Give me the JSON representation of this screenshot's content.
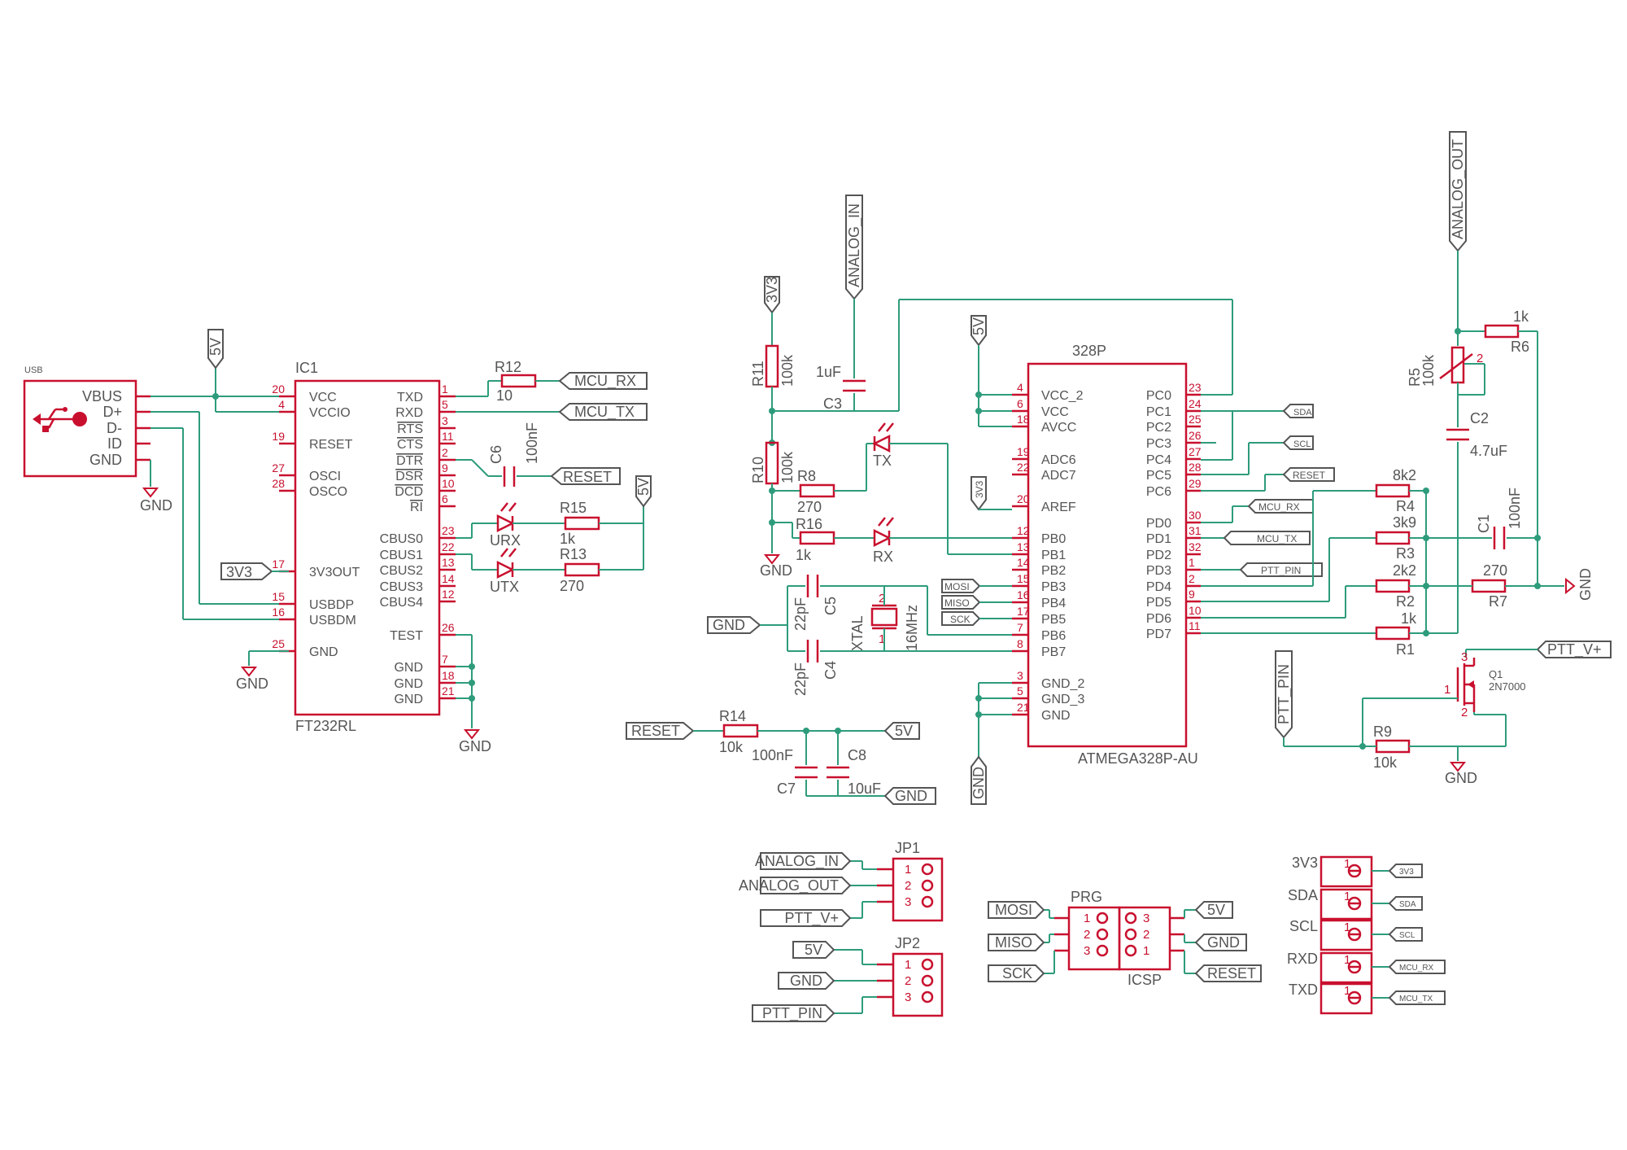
{
  "usb": {
    "title": "USB",
    "pins": [
      "VBUS",
      "D+",
      "D-",
      "ID",
      "GND"
    ],
    "gnd": "GND"
  },
  "ic1": {
    "name": "IC1",
    "part": "FT232RL",
    "left": [
      [
        "20",
        "VCC"
      ],
      [
        "4",
        "VCCIO"
      ],
      [
        "19",
        "RESET"
      ],
      [
        "27",
        "OSCI"
      ],
      [
        "28",
        "OSCO"
      ],
      [
        "17",
        "3V3OUT"
      ],
      [
        "15",
        "USBDP"
      ],
      [
        "16",
        "USBDM"
      ],
      [
        "25",
        "GND"
      ]
    ],
    "right": [
      [
        "1",
        "TXD"
      ],
      [
        "5",
        "RXD"
      ],
      [
        "3",
        "RTS"
      ],
      [
        "11",
        "CTS"
      ],
      [
        "2",
        "DTR"
      ],
      [
        "9",
        "DSR"
      ],
      [
        "10",
        "DCD"
      ],
      [
        "6",
        "RI"
      ],
      [
        "23",
        "CBUS0"
      ],
      [
        "22",
        "CBUS1"
      ],
      [
        "13",
        "CBUS2"
      ],
      [
        "14",
        "CBUS3"
      ],
      [
        "12",
        "CBUS4"
      ],
      [
        "26",
        "TEST"
      ],
      [
        "7",
        "GND"
      ],
      [
        "18",
        "GND"
      ],
      [
        "21",
        "GND"
      ]
    ]
  },
  "mcu": {
    "name": "328P",
    "part": "ATMEGA328P-AU",
    "left": [
      [
        "4",
        "VCC_2"
      ],
      [
        "6",
        "VCC"
      ],
      [
        "18",
        "AVCC"
      ],
      [
        "19",
        "ADC6"
      ],
      [
        "22",
        "ADC7"
      ],
      [
        "20",
        "AREF"
      ],
      [
        "12",
        "PB0"
      ],
      [
        "13",
        "PB1"
      ],
      [
        "14",
        "PB2"
      ],
      [
        "15",
        "PB3"
      ],
      [
        "16",
        "PB4"
      ],
      [
        "17",
        "PB5"
      ],
      [
        "7",
        "PB6"
      ],
      [
        "8",
        "PB7"
      ],
      [
        "3",
        "GND_2"
      ],
      [
        "5",
        "GND_3"
      ],
      [
        "21",
        "GND"
      ]
    ],
    "right": [
      [
        "23",
        "PC0"
      ],
      [
        "24",
        "PC1"
      ],
      [
        "25",
        "PC2"
      ],
      [
        "26",
        "PC3"
      ],
      [
        "27",
        "PC4"
      ],
      [
        "28",
        "PC5"
      ],
      [
        "29",
        "PC6"
      ],
      [
        "30",
        "PD0"
      ],
      [
        "31",
        "PD1"
      ],
      [
        "32",
        "PD2"
      ],
      [
        "1",
        "PD3"
      ],
      [
        "2",
        "PD4"
      ],
      [
        "9",
        "PD5"
      ],
      [
        "10",
        "PD6"
      ],
      [
        "11",
        "PD7"
      ]
    ]
  },
  "parts": {
    "r12": [
      "R12",
      "10"
    ],
    "r15": [
      "R15",
      "1k"
    ],
    "r13": [
      "R13",
      "270"
    ],
    "c6": [
      "C6",
      "100nF"
    ],
    "urx": "URX",
    "utx": "UTX",
    "r11": [
      "R11",
      "100k"
    ],
    "r10": [
      "R10",
      "100k"
    ],
    "c3": [
      "C3",
      "1uF"
    ],
    "r8": [
      "R8",
      "270"
    ],
    "r16": [
      "R16",
      "1k"
    ],
    "tx": "TX",
    "rx": "RX",
    "c5": [
      "C5",
      "22pF"
    ],
    "c4": [
      "C4",
      "22pF"
    ],
    "xtal": [
      "XTAL",
      "16MHz"
    ],
    "r14": [
      "R14",
      "10k"
    ],
    "c7": [
      "C7",
      "100nF"
    ],
    "c8": [
      "C8",
      "10uF"
    ],
    "r4": [
      "R4",
      "8k2"
    ],
    "r3": [
      "R3",
      "3k9"
    ],
    "r2": [
      "R2",
      "2k2"
    ],
    "r1": [
      "R1",
      "1k"
    ],
    "r5": [
      "R5",
      "100k"
    ],
    "r6": [
      "R6",
      "1k"
    ],
    "c2": [
      "C2",
      "4.7uF"
    ],
    "c1": [
      "C1",
      "100nF"
    ],
    "r7": [
      "R7",
      "270"
    ],
    "q1": [
      "Q1",
      "2N7000"
    ],
    "r9": [
      "R9",
      "10k"
    ],
    "jp1": "JP1",
    "jp2": "JP2",
    "prg": "PRG",
    "icsp": "ICSP"
  },
  "nets": {
    "mcu_rx": "MCU_RX",
    "mcu_tx": "MCU_TX",
    "reset": "RESET",
    "v5": "5V",
    "v3": "3V3",
    "gnd": "GND",
    "analog_in": "ANALOG_IN",
    "analog_out": "ANALOG_OUT",
    "ptt_v": "PTT_V+",
    "ptt_pin": "PTT_PIN",
    "sda": "SDA",
    "scl": "SCL",
    "mosi": "MOSI",
    "miso": "MISO",
    "sck": "SCK"
  },
  "headers": {
    "jp1": [
      "ANALOG_IN",
      "ANALOG_OUT",
      "PTT_V+"
    ],
    "jp2": [
      "5V",
      "GND",
      "PTT_PIN"
    ],
    "prg": [
      "MOSI",
      "MISO",
      "SCK"
    ],
    "icsp": [
      "5V",
      "GND",
      "RESET"
    ],
    "single": [
      [
        "3V3",
        "3V3"
      ],
      [
        "SDA",
        "SDA"
      ],
      [
        "SCL",
        "SCL"
      ],
      [
        "RXD",
        "MCU_RX"
      ],
      [
        "TXD",
        "MCU_TX"
      ]
    ]
  }
}
